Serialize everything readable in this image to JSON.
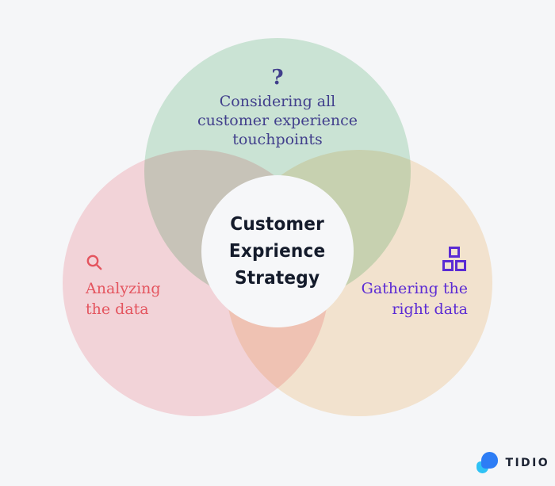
{
  "background": "#f5f6f8",
  "center": {
    "lines": [
      "Customer",
      "Exprience",
      "Strategy"
    ],
    "text_color": "#141b2b",
    "fill": "#f6f7f9"
  },
  "circles": {
    "top": {
      "icon": "question-mark-icon",
      "icon_glyph": "?",
      "lines": [
        "Considering all",
        "customer experience",
        "touchpoints"
      ],
      "text_color": "#413f8c",
      "fill": "#d3ecda"
    },
    "left": {
      "icon": "search-icon",
      "lines": [
        "Analyzing",
        "the data"
      ],
      "text_color": "#e4555f",
      "fill": "#fcdbde"
    },
    "right": {
      "icon": "blocks-icon",
      "lines": [
        "Gathering the",
        "right data"
      ],
      "text_color": "#5b2bd4",
      "fill": "#fcebd4"
    }
  },
  "footer": {
    "brand": "TIDIO",
    "brand_color": "#1c2333",
    "logo_blue": "#2d7df5",
    "logo_cyan": "#2fc2f5"
  }
}
